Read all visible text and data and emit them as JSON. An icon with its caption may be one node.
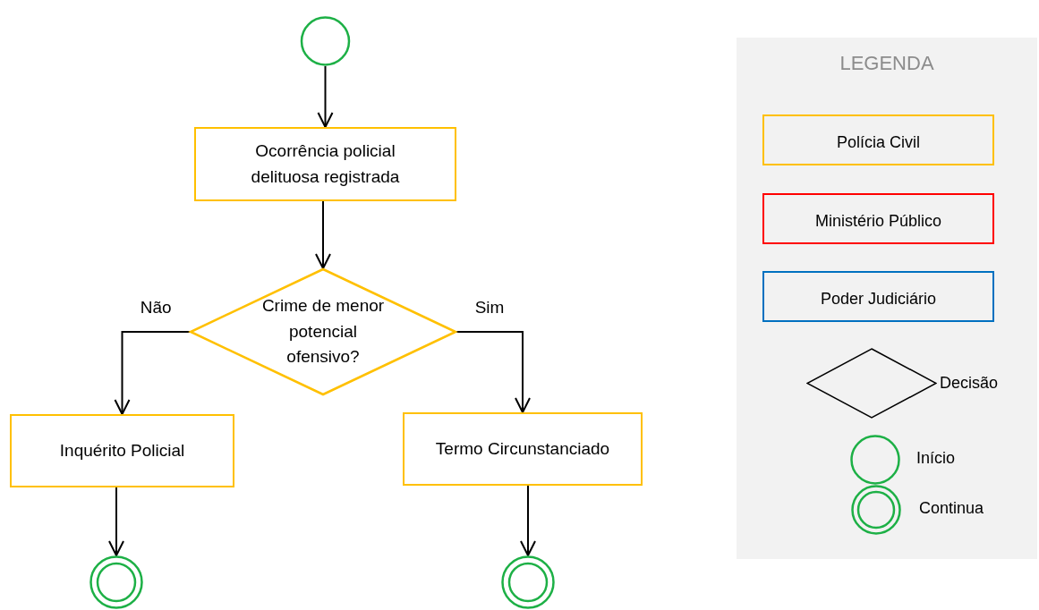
{
  "diagram": {
    "nodes": [
      {
        "text": [],
        "shape": "circle"
      },
      {
        "text": [
          "Ocorrência policial delituosa registrada"
        ]
      },
      {
        "text": [
          "Crime de menor potencial ofensivo?"
        ]
      },
      {
        "text": [
          "Inquérito Policial"
        ]
      },
      {
        "text": [
          "Termo Circunstanciado"
        ]
      },
      {
        "text": [],
        "shape": "circle"
      },
      {
        "text": [],
        "shape": "circle"
      }
    ],
    "edges": [
      {
        "from": 0,
        "to": 1,
        "arrow": "to"
      },
      {
        "from": 1,
        "to": 2,
        "arrow": "to"
      },
      {
        "from": 2,
        "to": 3,
        "arrow": "to",
        "label": "Não"
      },
      {
        "from": 2,
        "to": 4,
        "arrow": "to",
        "label": "Sim"
      },
      {
        "from": 3,
        "to": 5,
        "arrow": "to"
      },
      {
        "from": 4,
        "to": 6,
        "arrow": "to"
      }
    ],
    "labels": [
      "LEGENDA"
    ],
    "legend": [
      {
        "text": "Polícia Civil",
        "color": "#ffc000"
      },
      {
        "text": "Ministério Público",
        "color": "#ff0000"
      },
      {
        "text": "Poder  Judiciário",
        "color": "#0070c0"
      },
      {
        "text": "Decisão"
      },
      {
        "text": "Início"
      },
      {
        "text": "Continua"
      }
    ]
  }
}
